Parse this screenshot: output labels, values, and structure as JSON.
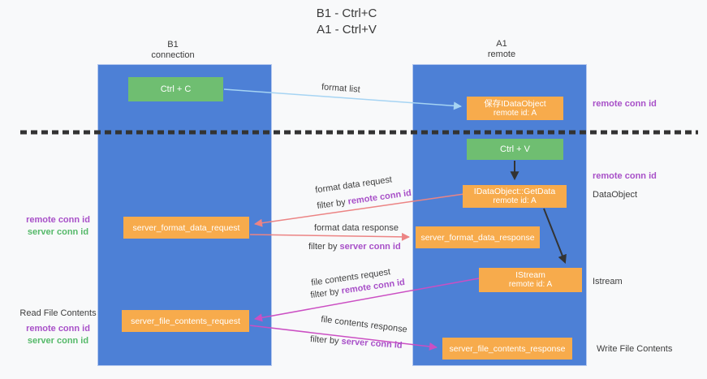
{
  "title": {
    "line1": "B1 - Ctrl+C",
    "line2": "A1 - Ctrl+V"
  },
  "lanes": {
    "left": {
      "name": "B1",
      "subtitle": "connection"
    },
    "right": {
      "name": "A1",
      "subtitle": "remote"
    }
  },
  "nodes": {
    "ctrl_c": {
      "label": "Ctrl + C"
    },
    "ctrl_v": {
      "label": "Ctrl + V"
    },
    "save_dataobject": {
      "line1": "保存IDataObject",
      "line2": "remote id: A"
    },
    "getdata": {
      "line1": "IDataObject::GetData",
      "line2": "remote id: A"
    },
    "istream": {
      "line1": "IStream",
      "line2": "remote id: A"
    },
    "format_request": {
      "label": "server_format_data_request"
    },
    "format_response": {
      "label": "server_format_data_response"
    },
    "file_request": {
      "label": "server_file_contents_request"
    },
    "file_response": {
      "label": "server_file_contents_response"
    }
  },
  "edges": {
    "format_list": {
      "label": "format list"
    },
    "format_data_request": {
      "label": "format data request",
      "filter_prefix": "filter by ",
      "filter_key": "remote conn id"
    },
    "format_data_response": {
      "label": "format data response",
      "filter_prefix": "filter by ",
      "filter_key": "server conn id"
    },
    "file_contents_request": {
      "label": "file contents request",
      "filter_prefix": "filter by ",
      "filter_key": "remote conn id"
    },
    "file_contents_response": {
      "label": "file contents response",
      "filter_prefix": "filter by ",
      "filter_key": "server conn id"
    }
  },
  "annotations": {
    "right": {
      "remote_conn_id_top": "remote conn id",
      "remote_conn_id_mid": "remote conn id",
      "dataobject": "DataObject",
      "istream": "Istream",
      "write_file_contents": "Write File Contents"
    },
    "left": {
      "remote_conn_id_1": "remote conn id",
      "server_conn_id_1": "server conn id",
      "read_file_contents": "Read File Contents",
      "remote_conn_id_2": "remote conn id",
      "server_conn_id_2": "server conn id"
    }
  },
  "colors": {
    "lane_blue": "#4d80d6",
    "node_orange": "#f7ab4c",
    "node_green": "#6fbe71",
    "purple_text": "#a850c8",
    "green_text": "#55b969",
    "arrow_salmon": "#ec8484",
    "arrow_magenta": "#cb4fc3",
    "arrow_light_blue": "#a6d4f3",
    "arrow_black": "#333333"
  }
}
